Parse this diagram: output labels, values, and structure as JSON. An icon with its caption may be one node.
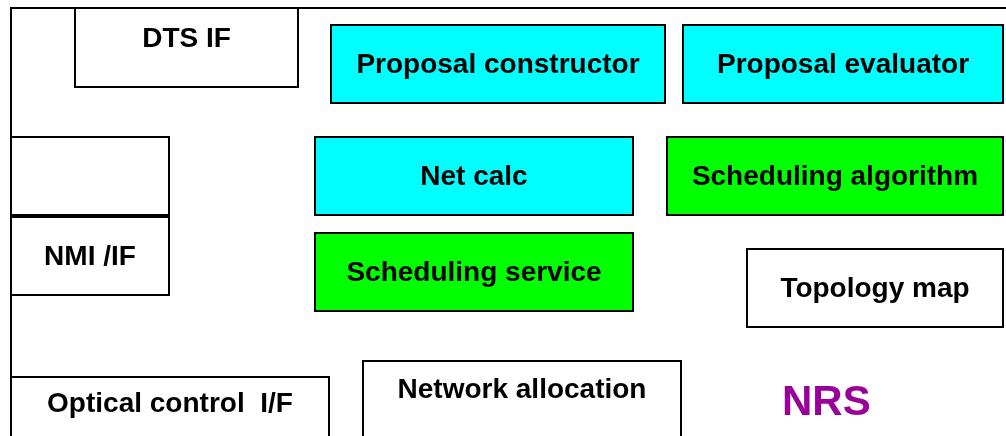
{
  "diagram": {
    "nodes": [
      {
        "text": [
          "NRS"
        ]
      },
      {
        "text": [
          "DTS IF"
        ],
        "in": 0
      },
      {
        "text": [
          "Proposal constructor"
        ],
        "in": 0
      },
      {
        "text": [
          "Proposal evaluator"
        ],
        "in": 0
      },
      {
        "text": [],
        "shape": "box",
        "in": 0
      },
      {
        "text": [
          "Net calc"
        ],
        "in": 0
      },
      {
        "text": [
          "Scheduling algorithm"
        ],
        "in": 0
      },
      {
        "text": [
          "NMI /IF"
        ],
        "in": 0
      },
      {
        "text": [
          "Scheduling service"
        ],
        "in": 0
      },
      {
        "text": [
          "Topology map"
        ],
        "in": 0
      },
      {
        "text": [
          "Optical control  I/F"
        ],
        "in": 0
      },
      {
        "text": [
          "Network allocation"
        ],
        "in": 0
      }
    ],
    "edges": []
  }
}
